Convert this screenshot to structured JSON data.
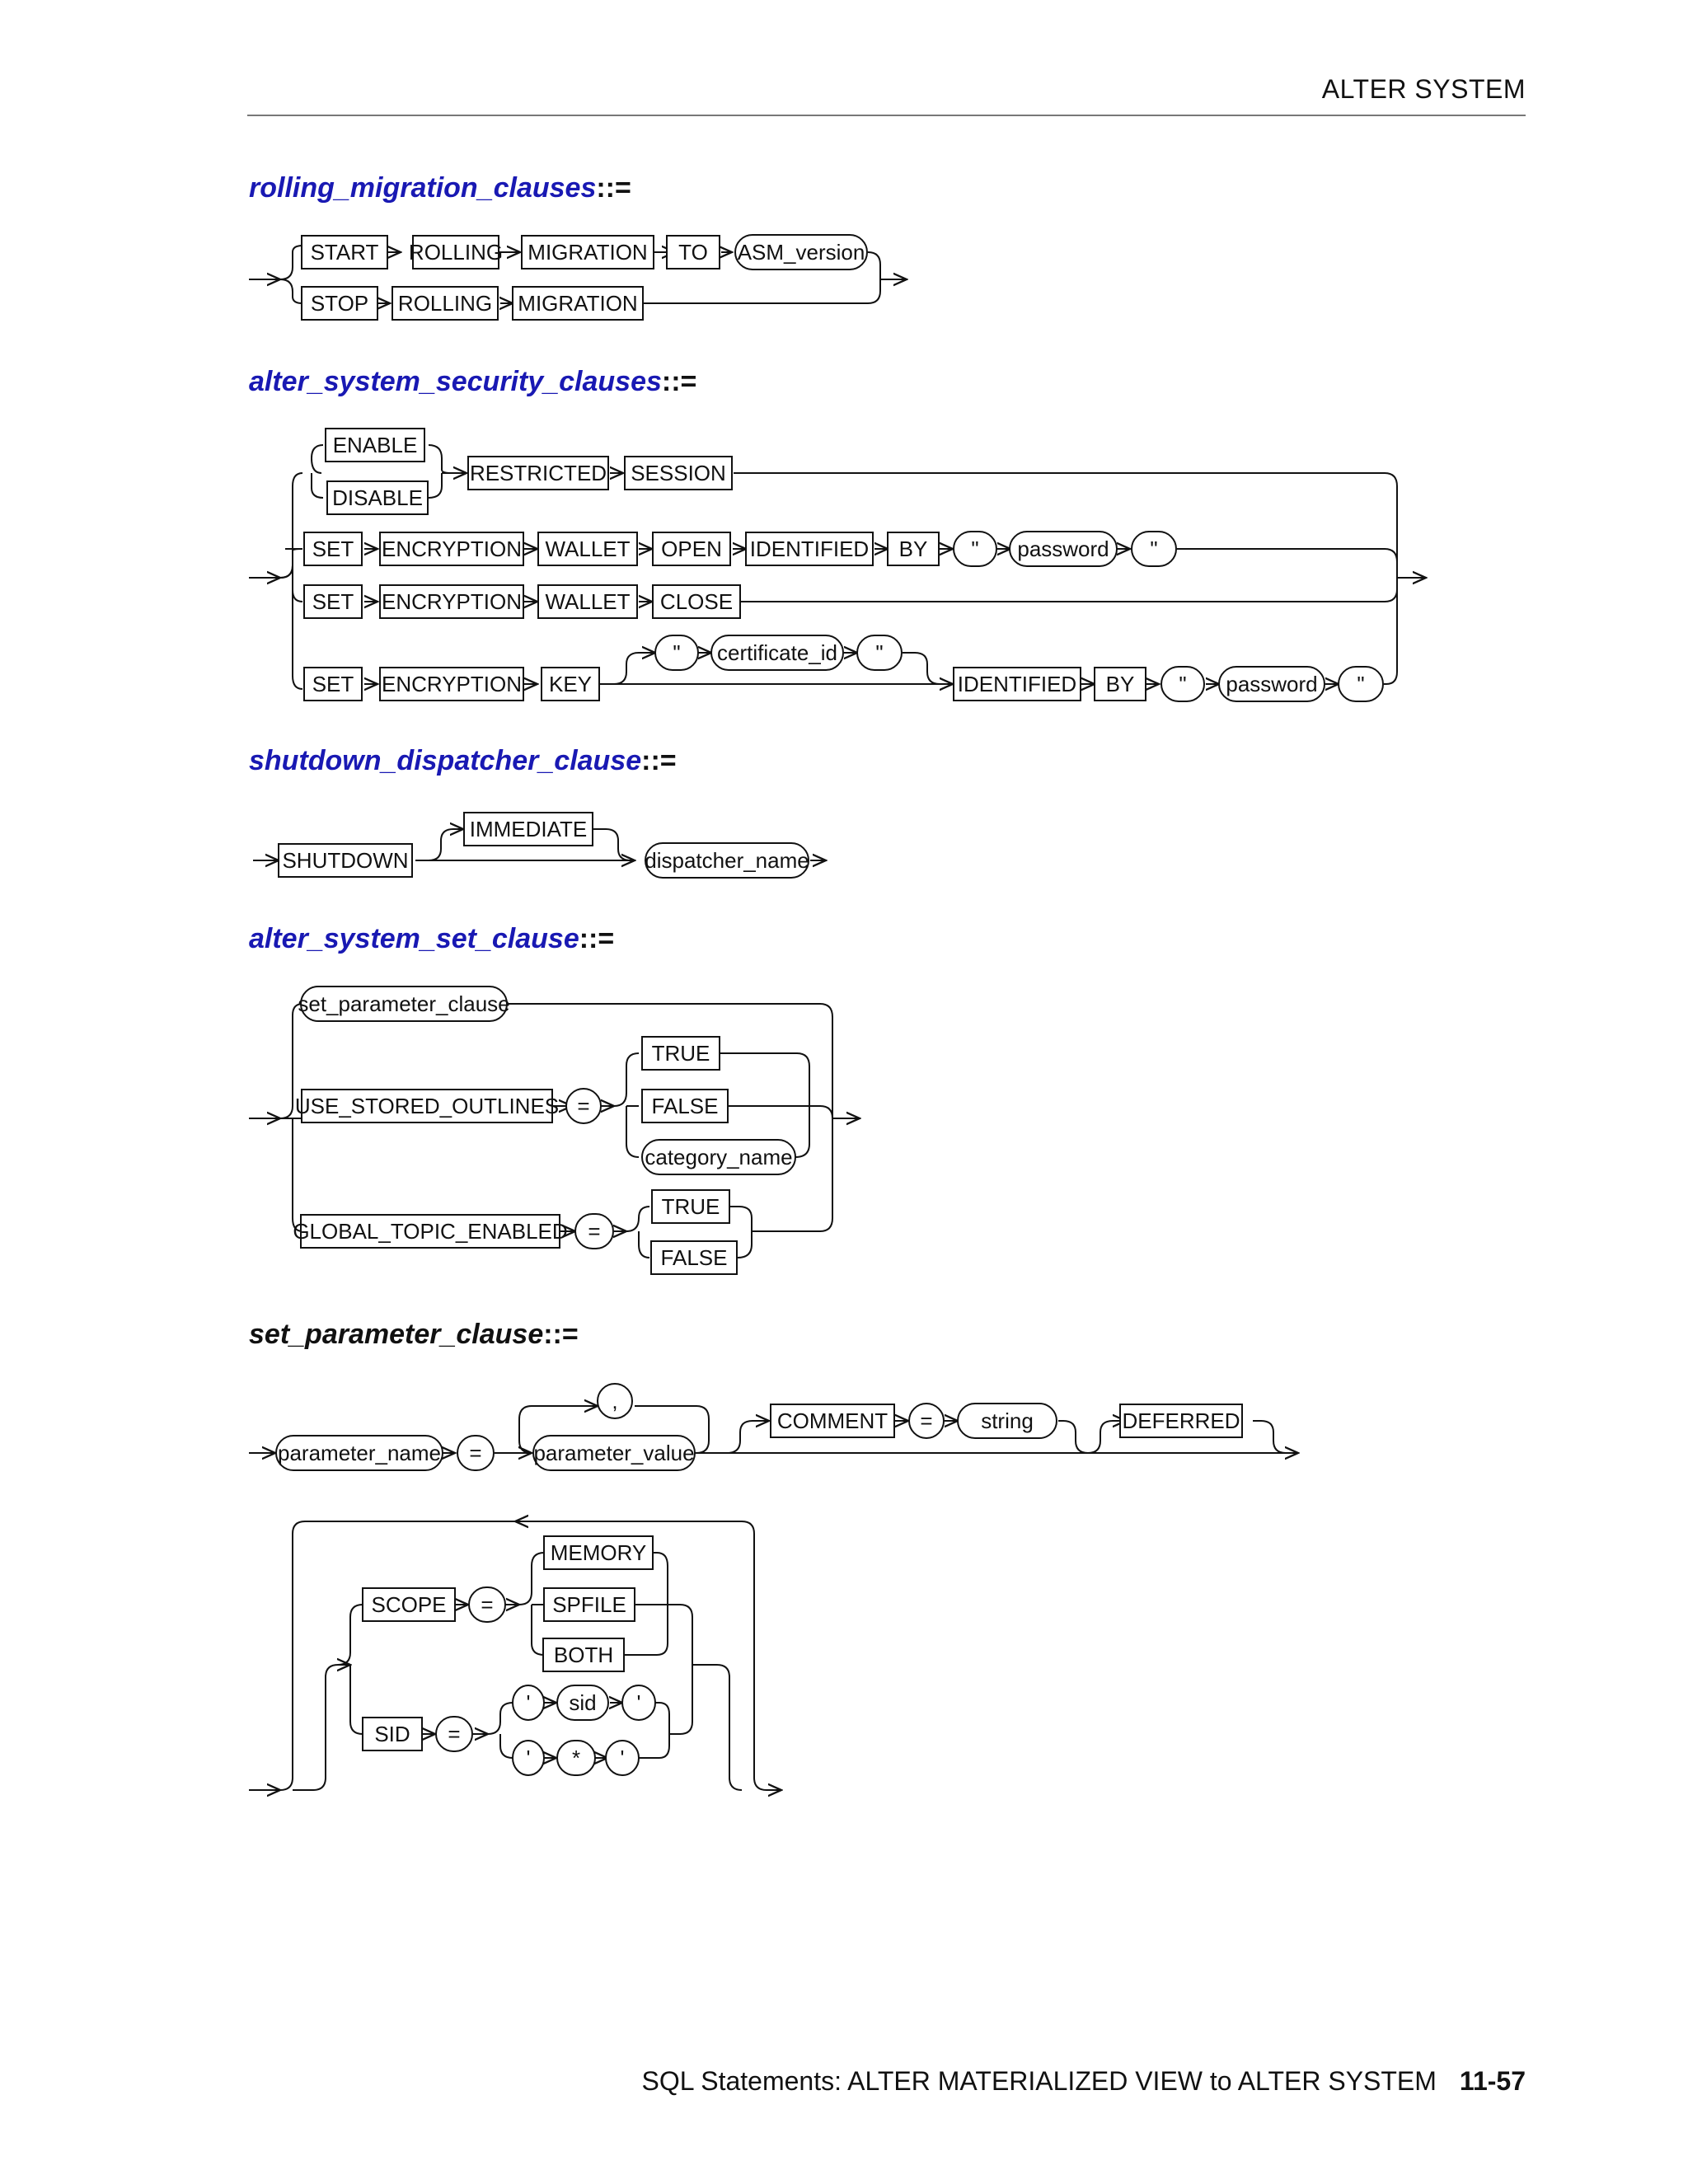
{
  "header": {
    "running_title": "ALTER SYSTEM"
  },
  "sections": [
    {
      "name": "rolling_migration_clauses",
      "op": "::="
    },
    {
      "name": "alter_system_security_clauses",
      "op": "::="
    },
    {
      "name": "shutdown_dispatcher_clause",
      "op": "::="
    },
    {
      "name": "alter_system_set_clause",
      "op": "::="
    },
    {
      "name": "set_parameter_clause",
      "op": "::="
    }
  ],
  "diagram_tokens": {
    "rolling": [
      "START",
      "ROLLING",
      "MIGRATION",
      "TO",
      "ASM_version",
      "STOP",
      "ROLLING",
      "MIGRATION"
    ],
    "security": [
      "ENABLE",
      "DISABLE",
      "RESTRICTED",
      "SESSION",
      "SET",
      "ENCRYPTION",
      "WALLET",
      "OPEN",
      "IDENTIFIED",
      "BY",
      "\"",
      "password",
      "\"",
      "SET",
      "ENCRYPTION",
      "WALLET",
      "CLOSE",
      "SET",
      "ENCRYPTION",
      "KEY",
      "\"",
      "certificate_id",
      "\"",
      "IDENTIFIED",
      "BY",
      "\"",
      "password",
      "\""
    ],
    "shutdown": [
      "SHUTDOWN",
      "IMMEDIATE",
      "dispatcher_name"
    ],
    "set_clause": [
      "set_parameter_clause",
      "USE_STORED_OUTLINES",
      "=",
      "TRUE",
      "FALSE",
      "category_name",
      "GLOBAL_TOPIC_ENABLED",
      "=",
      "TRUE",
      "FALSE"
    ],
    "param": [
      "parameter_name",
      "=",
      ",",
      "parameter_value",
      "COMMENT",
      "=",
      "string",
      "DEFERRED",
      "SCOPE",
      "=",
      "MEMORY",
      "SPFILE",
      "BOTH",
      "SID",
      "=",
      "'",
      "sid",
      "'",
      "'",
      "*",
      "'"
    ]
  },
  "footer": {
    "text": "SQL Statements: ALTER MATERIALIZED VIEW to ALTER SYSTEM",
    "page": "11-57"
  }
}
